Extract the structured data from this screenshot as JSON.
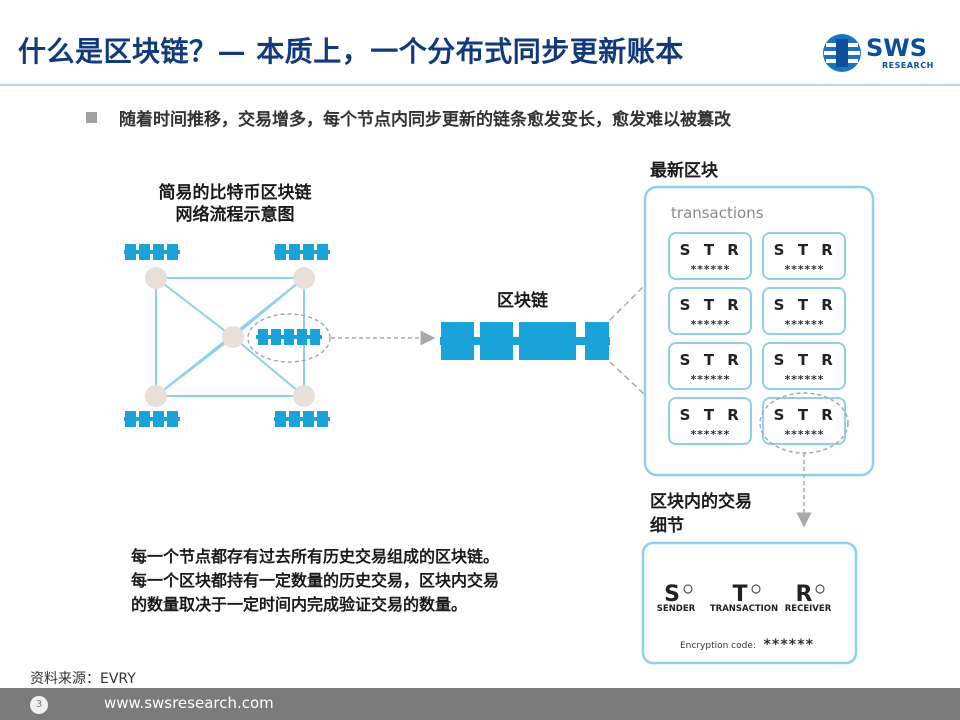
{
  "header": {
    "title": "什么是区块链？— 本质上，一个分布式同步更新账本",
    "logo_text": "SWS",
    "logo_sub": "RESEARCH"
  },
  "bullet": {
    "text": "随着时间推移，交易增多，每个节点内同步更新的链条愈发变长，愈发难以被篡改"
  },
  "diagram": {
    "network_title_line1": "简易的比特币区块链",
    "network_title_line2": "网络流程示意图",
    "chain_label": "区块链",
    "latest_block_label": "最新区块",
    "transactions_label": "transactions",
    "tx_letters": [
      "S",
      "T",
      "R"
    ],
    "tx_mask": "******",
    "detail_label_line1": "区块内的交易",
    "detail_label_line2": "细节",
    "detail_letters": [
      "S",
      "T",
      "R"
    ],
    "detail_roles": [
      "SENDER",
      "TRANSACTION",
      "RECEIVER"
    ],
    "encryption_label": "Encryption code:",
    "encryption_value": "******"
  },
  "body": {
    "text": "每一个节点都存有过去所有历史交易组成的区块链。每一个区块都持有一定数量的历史交易，区块内交易的数量取决于一定时间内完成验证交易的数量。"
  },
  "source": {
    "text": "资料来源：EVRY"
  },
  "footer": {
    "page": "3",
    "url": "www.swsresearch.com"
  },
  "colors": {
    "title": "#123a7a",
    "accent": "#1aa3d9",
    "line": "#8fd0ec",
    "node": "#e8dfd8",
    "footer": "#7b7b7b"
  }
}
